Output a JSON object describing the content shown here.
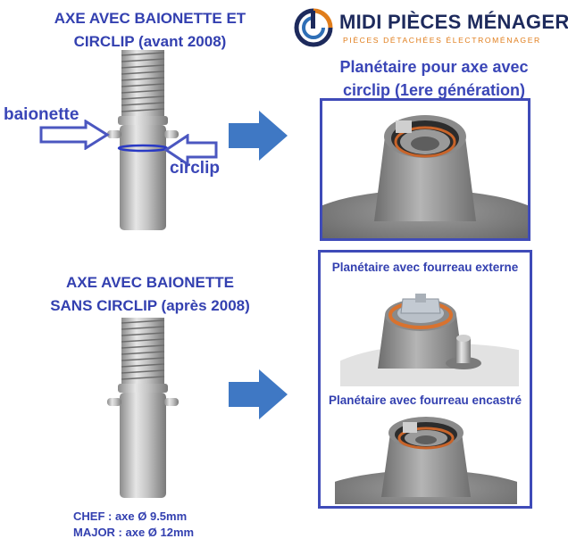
{
  "logo": {
    "name": "MIDI PIÈCES MÉNAGER",
    "tagline": "PIÈCES DÉTACHÉES ÉLECTROMÉNAGER",
    "colors": {
      "navy": "#1d2a5c",
      "orange": "#e07d1b",
      "blue": "#2f6fb6"
    }
  },
  "top_axle": {
    "title_line1": "AXE AVEC BAIONETTE ET",
    "title_line2": "CIRCLIP (avant 2008)",
    "label_bayonet": "baionette",
    "label_circlip": "circlip"
  },
  "top_planetary": {
    "title_line1": "Planétaire pour axe avec",
    "title_line2": "circlip (1ere génération)"
  },
  "bottom_axle": {
    "title_line1": "AXE AVEC BAIONETTE",
    "title_line2": "SANS CIRCLIP (après 2008)",
    "spec_chef": "CHEF : axe Ø 9.5mm",
    "spec_major": "MAJOR : axe Ø 12mm"
  },
  "bottom_planetary": {
    "caption_external": "Planétaire avec fourreau externe",
    "caption_embedded": "Planétaire avec fourreau encastré"
  },
  "colors": {
    "text_blue": "#3340b0",
    "arrow_blue": "#3f78c4",
    "frame_blue": "#3f4bb8"
  }
}
